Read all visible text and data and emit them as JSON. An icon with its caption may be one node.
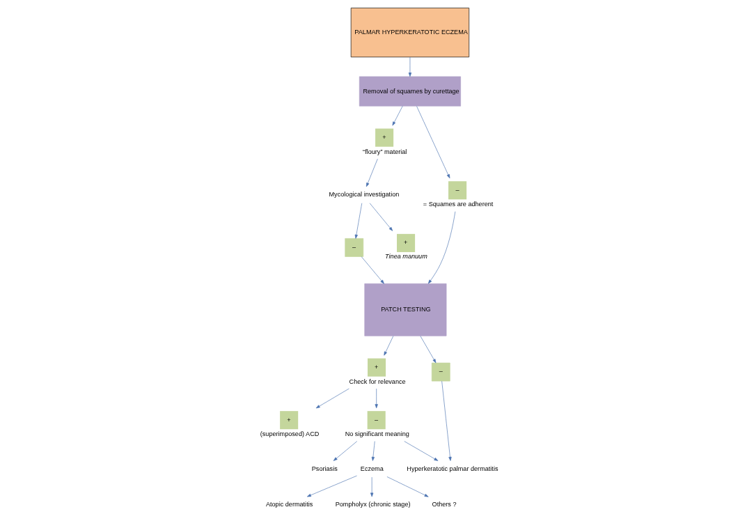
{
  "diagram": {
    "nodes": [
      {
        "text": [
          "PALMAR HYPERKERATOTIC ECZEMA"
        ]
      },
      {
        "text": [
          "Removal of squames by curettage"
        ]
      },
      {
        "text": [
          "+"
        ],
        "beside": [
          "“floury” material"
        ]
      },
      {
        "text": [
          "Mycological investigation"
        ]
      },
      {
        "text": [
          "+"
        ],
        "beside": [
          "Tinea manuum"
        ]
      },
      {
        "text": [
          "–"
        ]
      },
      {
        "text": [
          "–"
        ],
        "beside": [
          "= Squames are adherent"
        ]
      },
      {
        "text": [
          "PATCH TESTING"
        ]
      },
      {
        "text": [
          "+"
        ],
        "beside": [
          "Check for relevance"
        ]
      },
      {
        "text": [
          "–"
        ]
      },
      {
        "text": [
          "+"
        ],
        "beside": [
          "(superimposed) ACD"
        ]
      },
      {
        "text": [
          "–"
        ],
        "beside": [
          "No significant meaning"
        ]
      },
      {
        "text": [
          "Hyperkeratotic palmar dermatitis"
        ]
      },
      {
        "text": [
          "Psoriasis"
        ]
      },
      {
        "text": [
          "Eczema"
        ]
      },
      {
        "text": [
          "Atopic dermatitis"
        ]
      },
      {
        "text": [
          "Pompholyx (chronic stage)"
        ]
      },
      {
        "text": [
          "Others ?"
        ]
      }
    ],
    "edges": [
      {
        "from": 0,
        "to": 1,
        "arrow": "to"
      },
      {
        "from": 1,
        "to": 2,
        "arrow": "to"
      },
      {
        "from": 2,
        "to": 3,
        "arrow": "to"
      },
      {
        "from": 3,
        "to": 4,
        "arrow": "to"
      },
      {
        "from": 3,
        "to": 5,
        "arrow": "to"
      },
      {
        "from": 1,
        "to": 6,
        "arrow": "to"
      },
      {
        "from": 6,
        "to": 7,
        "arrow": "to"
      },
      {
        "from": 5,
        "to": 7,
        "arrow": "to"
      },
      {
        "from": 7,
        "to": 8,
        "arrow": "to"
      },
      {
        "from": 7,
        "to": 9,
        "arrow": "to"
      },
      {
        "from": 8,
        "to": 10,
        "arrow": "to"
      },
      {
        "from": 8,
        "to": 11,
        "arrow": "to"
      },
      {
        "from": 9,
        "to": 12,
        "arrow": "to"
      },
      {
        "from": 11,
        "to": 12,
        "arrow": "to"
      },
      {
        "from": 11,
        "to": 13,
        "arrow": "to"
      },
      {
        "from": 11,
        "to": 14,
        "arrow": "to"
      },
      {
        "from": 14,
        "to": 15,
        "arrow": "to"
      },
      {
        "from": 14,
        "to": 16,
        "arrow": "to"
      },
      {
        "from": 14,
        "to": 17,
        "arrow": "to"
      }
    ]
  }
}
